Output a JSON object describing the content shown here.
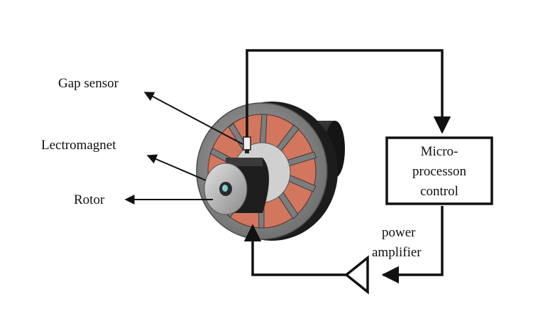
{
  "labels": {
    "gap_sensor": "Gap sensor",
    "electromagnet": "Lectromagnet",
    "rotor": "Rotor"
  },
  "control_box": {
    "line1": "Micro-",
    "line2": "processon",
    "line3": "control"
  },
  "amplifier": {
    "line1": "power",
    "line2": "amplifier"
  },
  "colors": {
    "line": "#111111",
    "coil": "#d2765e",
    "stator": "#8e8e8e",
    "rotor_dark": "#1e1e1e",
    "rotor_light": "#bdbdbd"
  }
}
